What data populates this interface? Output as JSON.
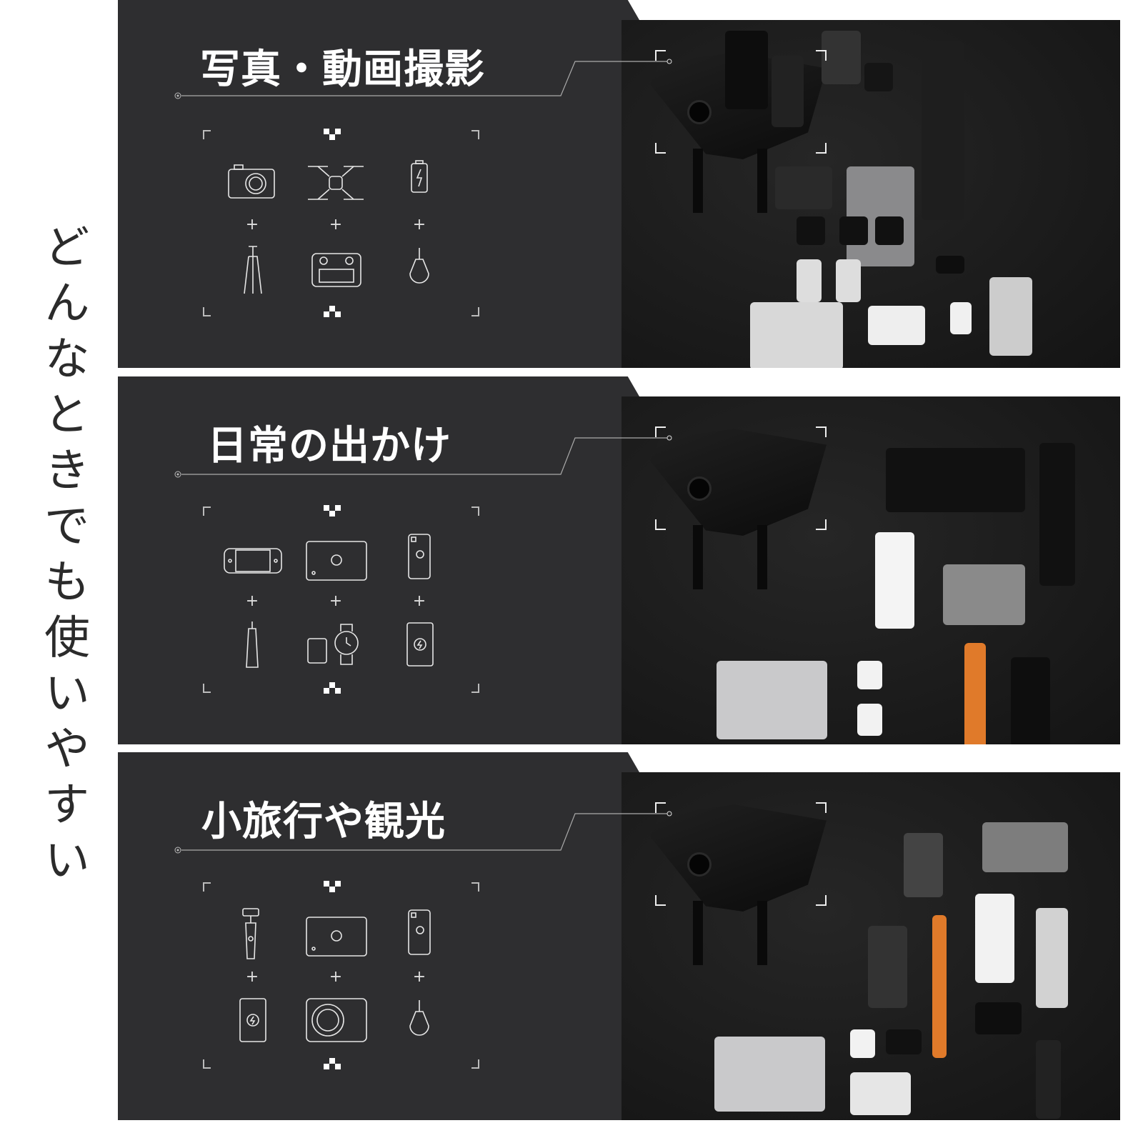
{
  "side_heading": "どんなときでも使いやすい",
  "panels": [
    {
      "title": "写真・動画撮影",
      "icons": [
        "camera-icon",
        "drone-icon",
        "battery-icon",
        "tripod-icon",
        "drone-controller-icon",
        "air-blower-icon"
      ]
    },
    {
      "title": "日常の出かけ",
      "icons": [
        "game-console-icon",
        "tablet-icon",
        "smartphone-icon",
        "folding-umbrella-icon",
        "card-and-watch-icon",
        "power-bank-icon"
      ]
    },
    {
      "title": "小旅行や観光",
      "icons": [
        "gimbal-icon",
        "tablet-icon",
        "smartphone-icon",
        "power-bank-icon",
        "projector-icon",
        "air-blower-icon"
      ]
    }
  ],
  "plus_symbol": "+",
  "colors": {
    "panel": "#2e2e30",
    "photo": "#1a1a1a",
    "text": "#ffffff"
  }
}
